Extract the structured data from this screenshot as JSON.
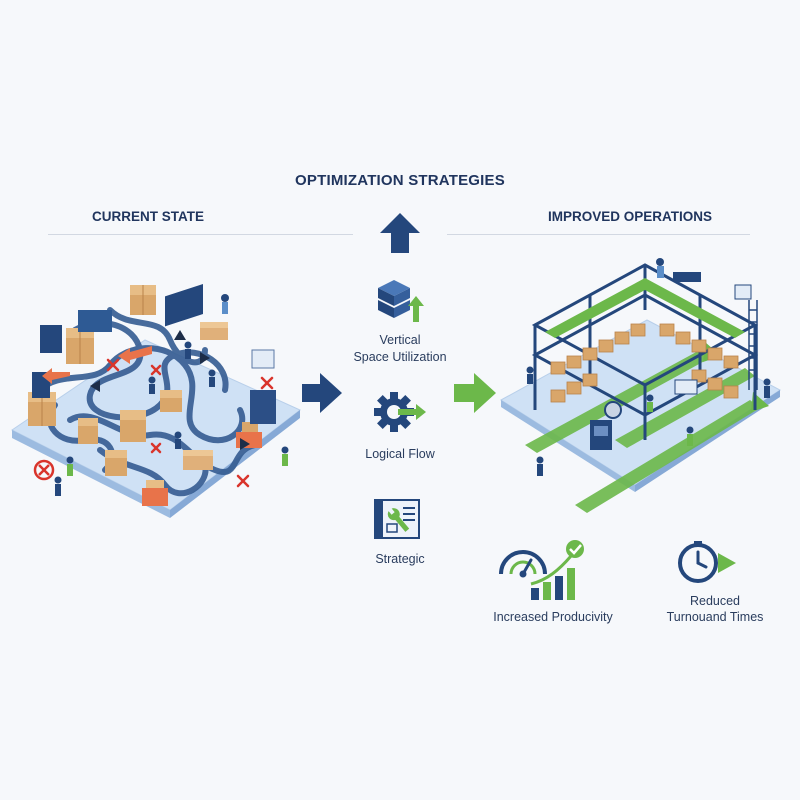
{
  "header": {
    "title": "OPTIMIZATION STRATEGIES"
  },
  "left_panel": {
    "title": "CURRENT STATE"
  },
  "right_panel": {
    "title": "IMPROVED OPERATIONS"
  },
  "strategies": [
    {
      "label_line1": "Vertical",
      "label_line2": "Space Utilization",
      "icon": "stacked-boxes-icon"
    },
    {
      "label_line1": "Logical Flow",
      "label_line2": "",
      "icon": "gear-arrow-icon"
    },
    {
      "label_line1": "Strategic",
      "label_line2": "",
      "icon": "blueprint-wrench-icon"
    }
  ],
  "outcomes": [
    {
      "label_line1": "Increased Producivity",
      "label_line2": "",
      "icon": "gauge-growth-chart-icon"
    },
    {
      "label_line1": "Reduced",
      "label_line2": "Turnouand Times",
      "icon": "clock-arrow-icon"
    }
  ],
  "colors": {
    "navy": "#24477c",
    "green": "#6cb84a",
    "floor": "#cfe1f5",
    "box": "#d9a66a",
    "error": "#d9342b",
    "accent_orange": "#e8734a"
  }
}
